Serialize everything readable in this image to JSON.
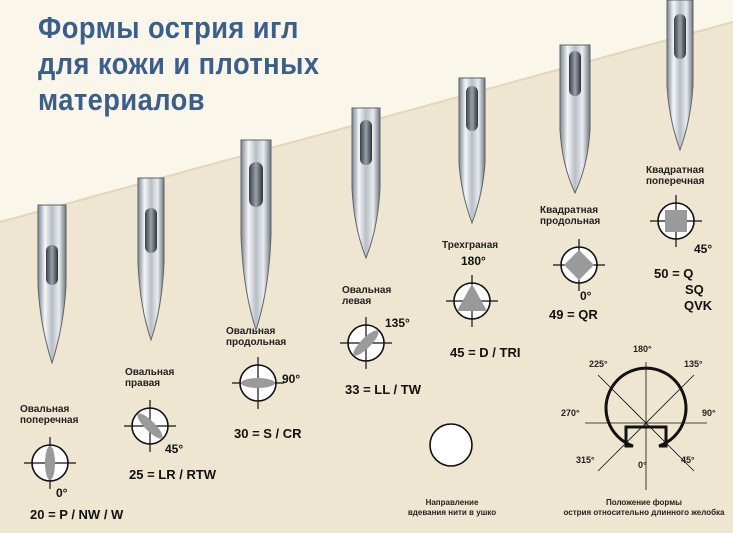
{
  "title": {
    "line1": "Формы острия игл",
    "line2": "для кожи и плотных",
    "line3": "материалов"
  },
  "colors": {
    "background": "#efe6d2",
    "banner": "#fbf6ea",
    "title": "#3a5f8c",
    "shape_fill": "#9a9a9a"
  },
  "needles": [
    {
      "label_line1": "Овальная",
      "label_line2": "поперечная",
      "angle": "0°",
      "code": "20 = P / NW / W"
    },
    {
      "label_line1": "Овальная",
      "label_line2": "правая",
      "angle": "45°",
      "code": "25 = LR / RTW"
    },
    {
      "label_line1": "Овальная",
      "label_line2": "продольная",
      "angle": "90°",
      "code": "30 = S / CR"
    },
    {
      "label_line1": "Овальная",
      "label_line2": "левая",
      "angle": "135°",
      "code": "33 = LL / TW"
    },
    {
      "label_line1": "Трехграная",
      "label_line2": "",
      "angle": "180°",
      "code": "45 = D / TRI"
    },
    {
      "label_line1": "Квадратная",
      "label_line2": "продольная",
      "angle": "0°",
      "code": "49 = QR"
    },
    {
      "label_line1": "Квадратная",
      "label_line2": "поперечная",
      "angle": "45°",
      "code": "50 = Q",
      "code_line2": "SQ",
      "code_line3": "QVK"
    }
  ],
  "thread_direction": {
    "caption_line1": "Направление",
    "caption_line2": "вдевания нити в ушко"
  },
  "position_diagram": {
    "caption_line1": "Положение формы",
    "caption_line2": "острия относительно длинного желобка",
    "angles": {
      "a180": "180°",
      "a225": "225°",
      "a135": "135°",
      "a270": "270°",
      "a90": "90°",
      "a315": "315°",
      "a0": "0°",
      "a45": "45°"
    }
  }
}
